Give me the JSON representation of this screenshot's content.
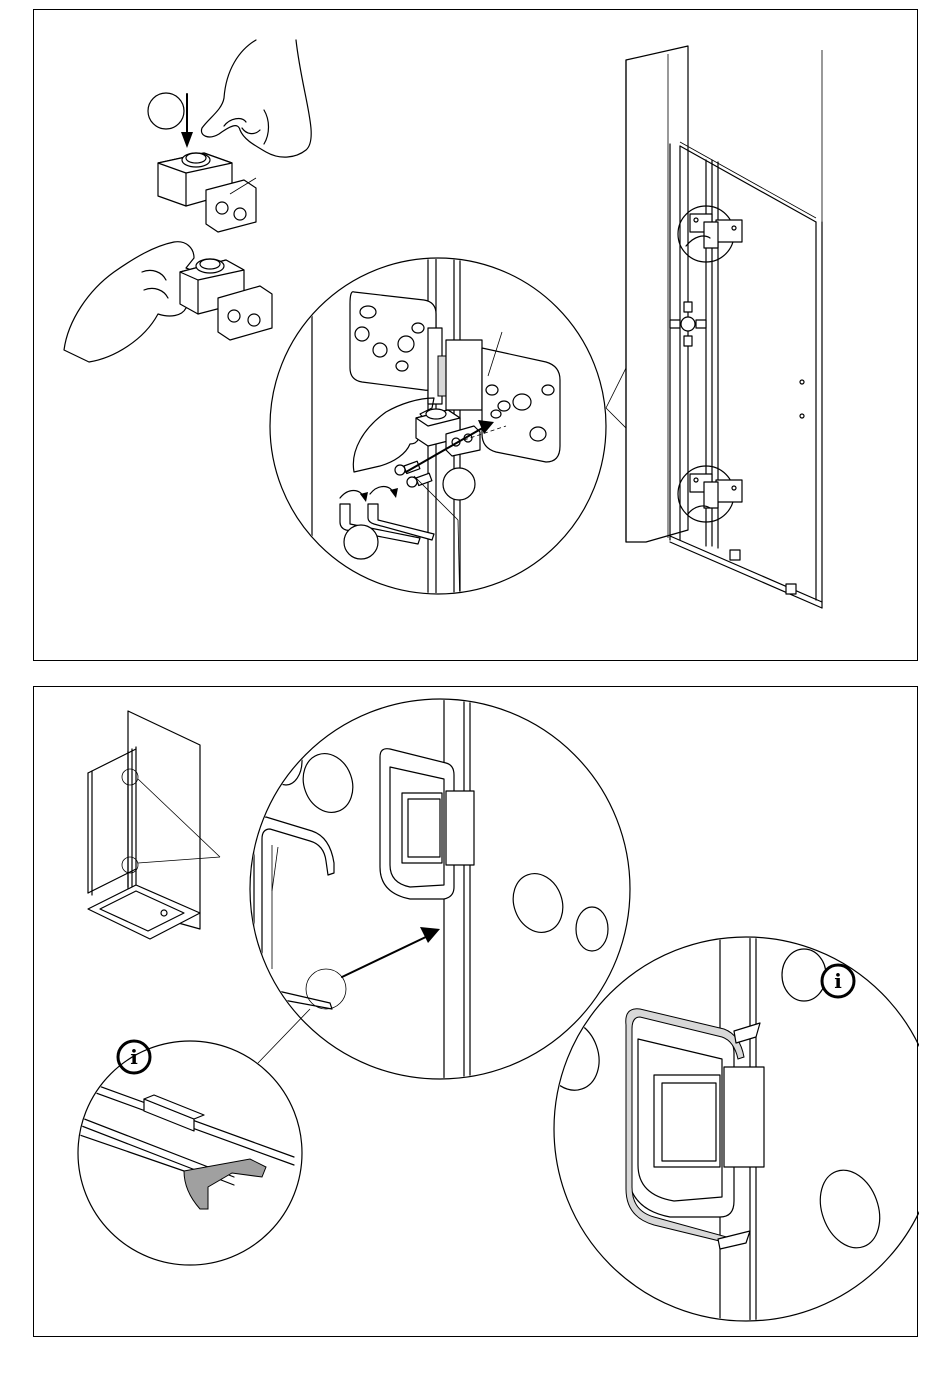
{
  "figure_top": {
    "step_markers": [
      "",
      "",
      ""
    ],
    "parts": [
      "hinge-block",
      "hinge-plate",
      "hex-key",
      "screws",
      "shower-door",
      "wall"
    ]
  },
  "figure_bottom": {
    "info_markers": [
      "i",
      "i"
    ],
    "parts": [
      "door-seal-profile",
      "hinge-cover",
      "shower-enclosure",
      "shower-tray"
    ]
  },
  "colors": {
    "line": "#000000",
    "background": "#ffffff",
    "shade": "#d8d8d8",
    "seal": "#a0a0a0"
  }
}
